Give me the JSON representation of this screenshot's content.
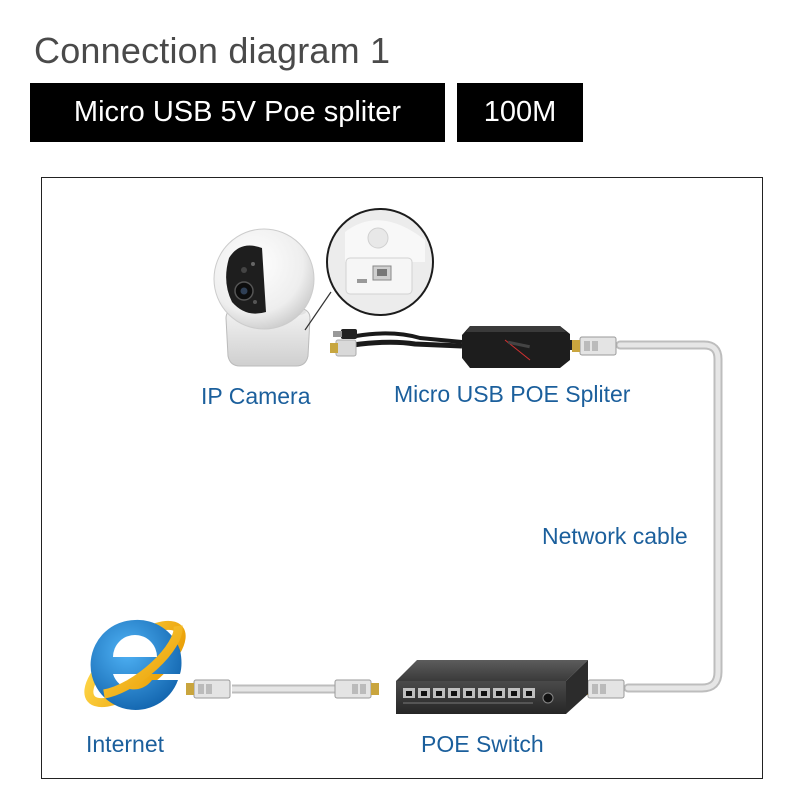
{
  "title": "Connection diagram 1",
  "badges": {
    "product": "Micro USB 5V Poe spliter",
    "speed": "100M"
  },
  "labels": {
    "camera": "IP Camera",
    "splitter": "Micro USB POE Spliter",
    "network_cable": "Network cable",
    "internet": "Internet",
    "switch": "POE Switch"
  },
  "colors": {
    "label_blue": "#1b5f9c",
    "cable_gray": "#d2d2d2",
    "badge_bg": "#000000",
    "ie_blue": "#1a78c8",
    "ie_ring": "#f2b705"
  },
  "icons": [
    "ip-camera-icon",
    "poe-splitter-icon",
    "internet-explorer-icon",
    "poe-switch-icon",
    "rj45-connector-icon"
  ]
}
